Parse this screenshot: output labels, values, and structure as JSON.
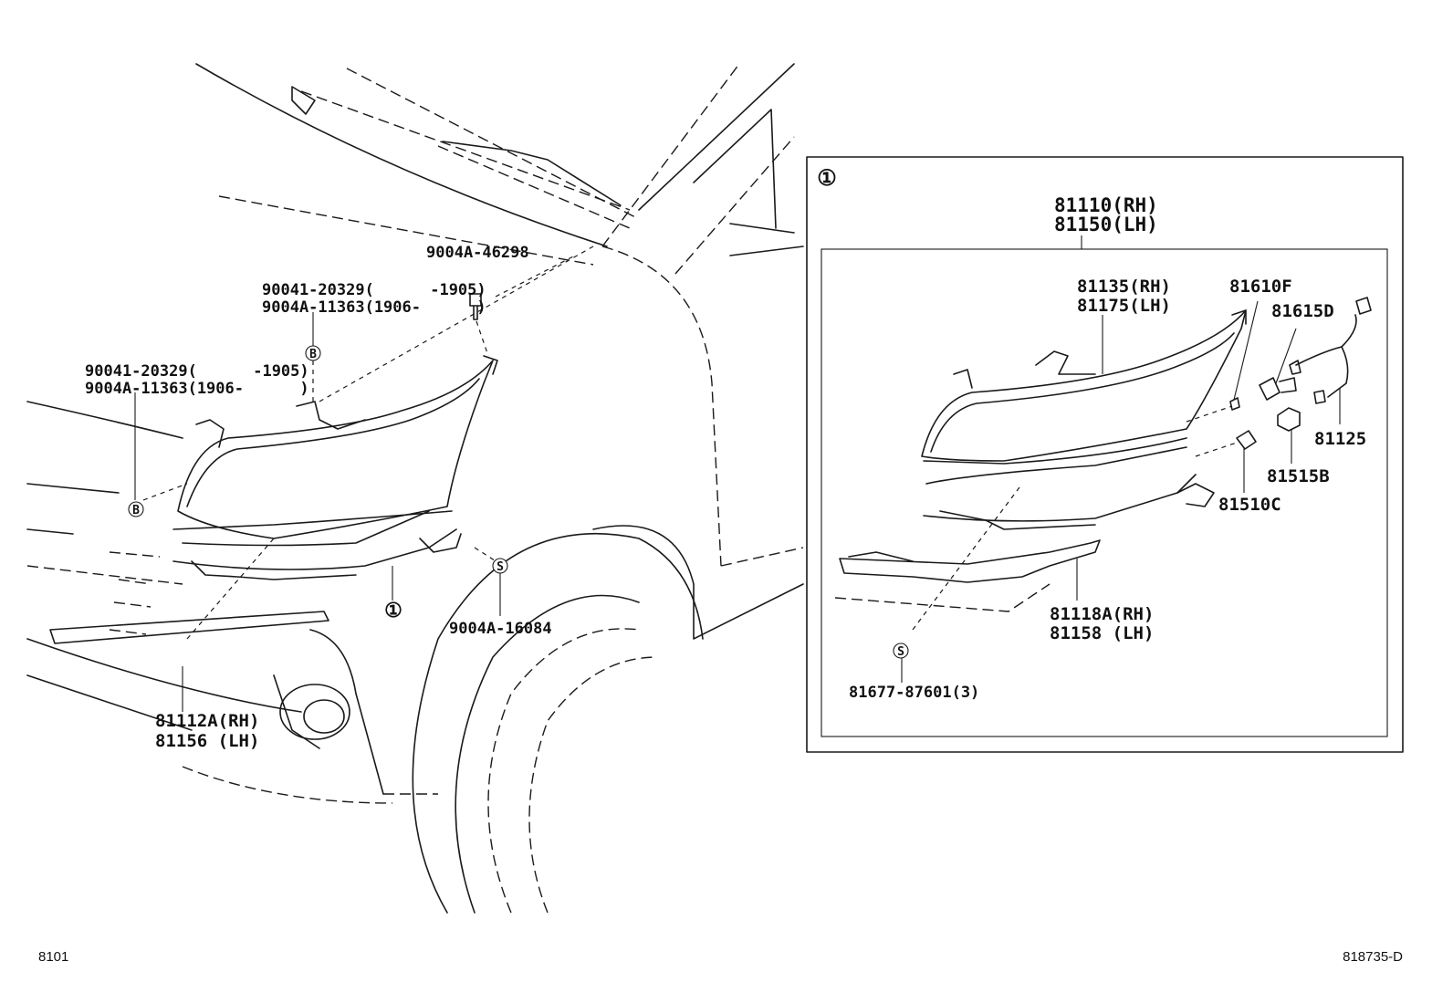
{
  "detail_box": {
    "marker": "①",
    "assembly": {
      "rh": "81110(RH)",
      "lh": "81150(LH)"
    },
    "lens_housing": {
      "rh": "81135(RH)",
      "lh": "81175(LH)"
    },
    "bulb": "81610F",
    "socket": "81615D",
    "wire": "81125",
    "socket_b": "81515B",
    "bulb_c": "81510C",
    "garnish": {
      "rh": "81118A(RH)",
      "lh": "81158 (LH)"
    },
    "screw": "81677-87601(3)",
    "screw_marker": "S"
  },
  "main_view": {
    "bolt_top": "9004A-46298",
    "bolt_b_upper": {
      "line1": "90041-20329(      -1905)",
      "line2": "9004A-11363(1906-      )"
    },
    "bolt_b_lower": {
      "line1": "90041-20329(      -1905)",
      "line2": "9004A-11363(1906-      )"
    },
    "marker_b": "B",
    "marker_s": "S",
    "marker_1": "①",
    "screw_bottom": "9004A-16084",
    "trim": {
      "rh": "81112A(RH)",
      "lh": "81156 (LH)"
    }
  },
  "footer": {
    "left": "8101",
    "right": "818735-D"
  }
}
